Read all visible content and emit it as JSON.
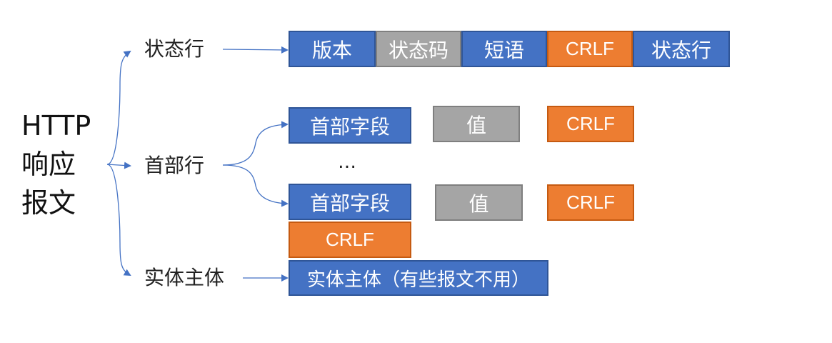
{
  "title": {
    "line1": "HTTP",
    "line2": "响应",
    "line3": "报文"
  },
  "labels": {
    "status_line": "状态行",
    "header_line": "首部行",
    "body": "实体主体"
  },
  "status_line_boxes": [
    "版本",
    "状态码",
    "短语",
    "CRLF",
    "状态行"
  ],
  "header_rows": [
    {
      "field": "首部字段",
      "value": "值",
      "crlf": "CRLF"
    },
    {
      "field": "首部字段",
      "value": "值",
      "crlf": "CRLF"
    }
  ],
  "ellipsis": "…",
  "header_end_crlf": "CRLF",
  "body_box": "实体主体（有些报文不用）",
  "colors": {
    "blue": "#4472c4",
    "gray": "#a5a5a5",
    "orange": "#ed7d31",
    "arrow": "#4472c4"
  }
}
